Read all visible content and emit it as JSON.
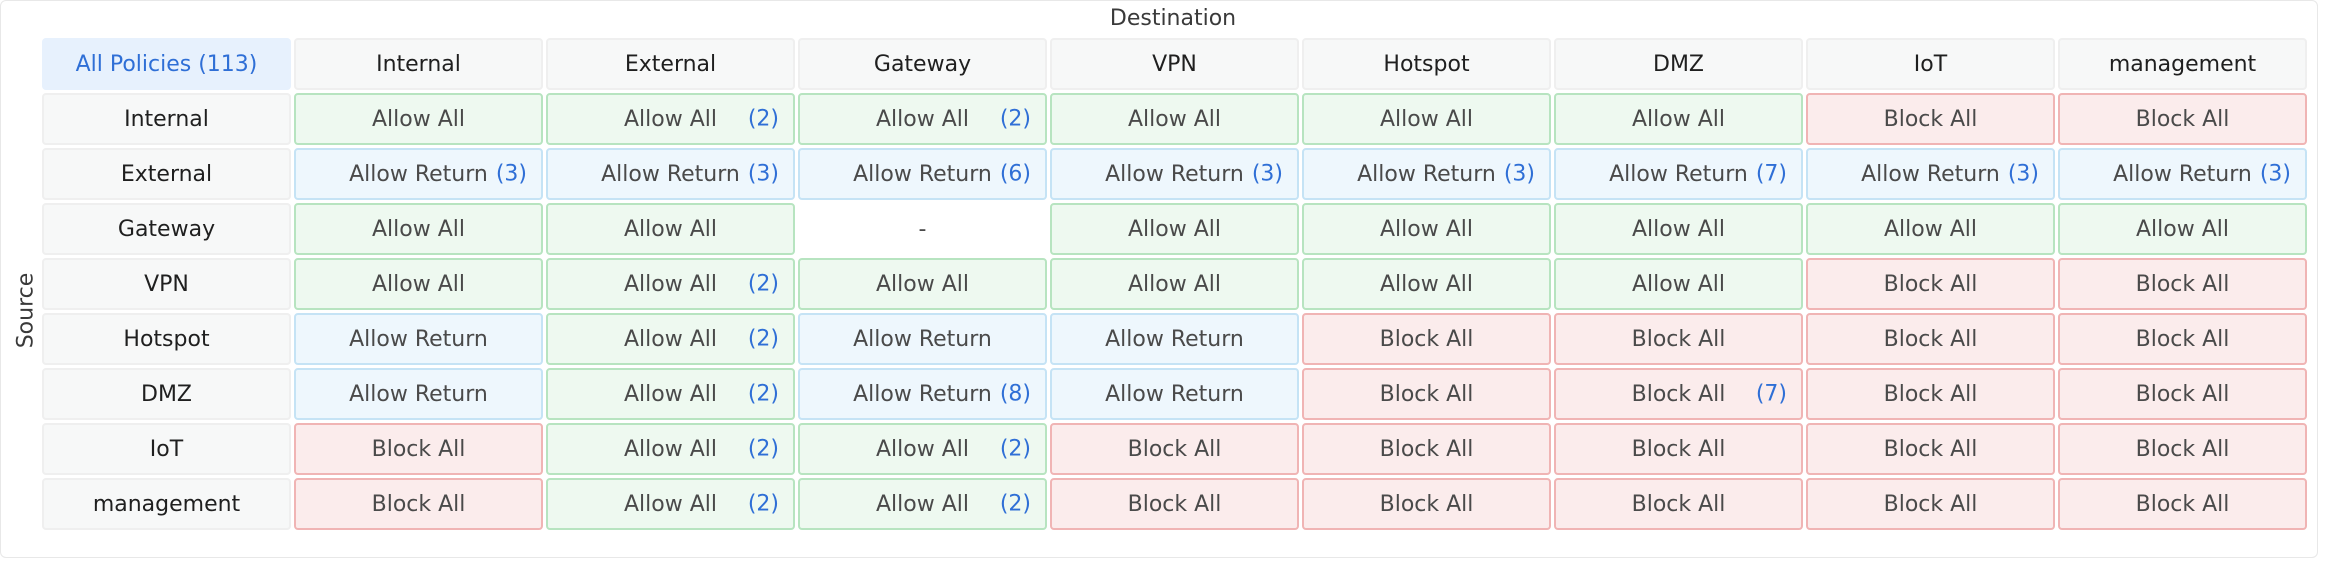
{
  "destination_label": "Destination",
  "source_label": "Source",
  "corner_label": "All Policies (113)",
  "zones": [
    "Internal",
    "External",
    "Gateway",
    "VPN",
    "Hotspot",
    "DMZ",
    "IoT",
    "management"
  ],
  "status_colors": {
    "allow": "#eef9f0",
    "block": "#fbecec",
    "return": "#eef7fd",
    "count_link": "#2f6fd6"
  },
  "matrix": [
    [
      {
        "type": "allow",
        "label": "Allow All",
        "count": ""
      },
      {
        "type": "allow",
        "label": "Allow All",
        "count": "(2)"
      },
      {
        "type": "allow",
        "label": "Allow All",
        "count": "(2)"
      },
      {
        "type": "allow",
        "label": "Allow All",
        "count": ""
      },
      {
        "type": "allow",
        "label": "Allow All",
        "count": ""
      },
      {
        "type": "allow",
        "label": "Allow All",
        "count": ""
      },
      {
        "type": "block",
        "label": "Block All",
        "count": ""
      },
      {
        "type": "block",
        "label": "Block All",
        "count": ""
      }
    ],
    [
      {
        "type": "return",
        "label": "Allow Return",
        "count": "(3)"
      },
      {
        "type": "return",
        "label": "Allow Return",
        "count": "(3)"
      },
      {
        "type": "return",
        "label": "Allow Return",
        "count": "(6)"
      },
      {
        "type": "return",
        "label": "Allow Return",
        "count": "(3)"
      },
      {
        "type": "return",
        "label": "Allow Return",
        "count": "(3)"
      },
      {
        "type": "return",
        "label": "Allow Return",
        "count": "(7)"
      },
      {
        "type": "return",
        "label": "Allow Return",
        "count": "(3)"
      },
      {
        "type": "return",
        "label": "Allow Return",
        "count": "(3)"
      }
    ],
    [
      {
        "type": "allow",
        "label": "Allow All",
        "count": ""
      },
      {
        "type": "allow",
        "label": "Allow All",
        "count": ""
      },
      {
        "type": "empty",
        "label": "-",
        "count": ""
      },
      {
        "type": "allow",
        "label": "Allow All",
        "count": ""
      },
      {
        "type": "allow",
        "label": "Allow All",
        "count": ""
      },
      {
        "type": "allow",
        "label": "Allow All",
        "count": ""
      },
      {
        "type": "allow",
        "label": "Allow All",
        "count": ""
      },
      {
        "type": "allow",
        "label": "Allow All",
        "count": ""
      }
    ],
    [
      {
        "type": "allow",
        "label": "Allow All",
        "count": ""
      },
      {
        "type": "allow",
        "label": "Allow All",
        "count": "(2)"
      },
      {
        "type": "allow",
        "label": "Allow All",
        "count": ""
      },
      {
        "type": "allow",
        "label": "Allow All",
        "count": ""
      },
      {
        "type": "allow",
        "label": "Allow All",
        "count": ""
      },
      {
        "type": "allow",
        "label": "Allow All",
        "count": ""
      },
      {
        "type": "block",
        "label": "Block All",
        "count": ""
      },
      {
        "type": "block",
        "label": "Block All",
        "count": ""
      }
    ],
    [
      {
        "type": "return",
        "label": "Allow Return",
        "count": ""
      },
      {
        "type": "allow",
        "label": "Allow All",
        "count": "(2)"
      },
      {
        "type": "return",
        "label": "Allow Return",
        "count": ""
      },
      {
        "type": "return",
        "label": "Allow Return",
        "count": ""
      },
      {
        "type": "block",
        "label": "Block All",
        "count": ""
      },
      {
        "type": "block",
        "label": "Block All",
        "count": ""
      },
      {
        "type": "block",
        "label": "Block All",
        "count": ""
      },
      {
        "type": "block",
        "label": "Block All",
        "count": ""
      }
    ],
    [
      {
        "type": "return",
        "label": "Allow Return",
        "count": ""
      },
      {
        "type": "allow",
        "label": "Allow All",
        "count": "(2)"
      },
      {
        "type": "return",
        "label": "Allow Return",
        "count": "(8)"
      },
      {
        "type": "return",
        "label": "Allow Return",
        "count": ""
      },
      {
        "type": "block",
        "label": "Block All",
        "count": ""
      },
      {
        "type": "block",
        "label": "Block All",
        "count": "(7)"
      },
      {
        "type": "block",
        "label": "Block All",
        "count": ""
      },
      {
        "type": "block",
        "label": "Block All",
        "count": ""
      }
    ],
    [
      {
        "type": "block",
        "label": "Block All",
        "count": ""
      },
      {
        "type": "allow",
        "label": "Allow All",
        "count": "(2)"
      },
      {
        "type": "allow",
        "label": "Allow All",
        "count": "(2)"
      },
      {
        "type": "block",
        "label": "Block All",
        "count": ""
      },
      {
        "type": "block",
        "label": "Block All",
        "count": ""
      },
      {
        "type": "block",
        "label": "Block All",
        "count": ""
      },
      {
        "type": "block",
        "label": "Block All",
        "count": ""
      },
      {
        "type": "block",
        "label": "Block All",
        "count": ""
      }
    ],
    [
      {
        "type": "block",
        "label": "Block All",
        "count": ""
      },
      {
        "type": "allow",
        "label": "Allow All",
        "count": "(2)"
      },
      {
        "type": "allow",
        "label": "Allow All",
        "count": "(2)"
      },
      {
        "type": "block",
        "label": "Block All",
        "count": ""
      },
      {
        "type": "block",
        "label": "Block All",
        "count": ""
      },
      {
        "type": "block",
        "label": "Block All",
        "count": ""
      },
      {
        "type": "block",
        "label": "Block All",
        "count": ""
      },
      {
        "type": "block",
        "label": "Block All",
        "count": ""
      }
    ]
  ]
}
